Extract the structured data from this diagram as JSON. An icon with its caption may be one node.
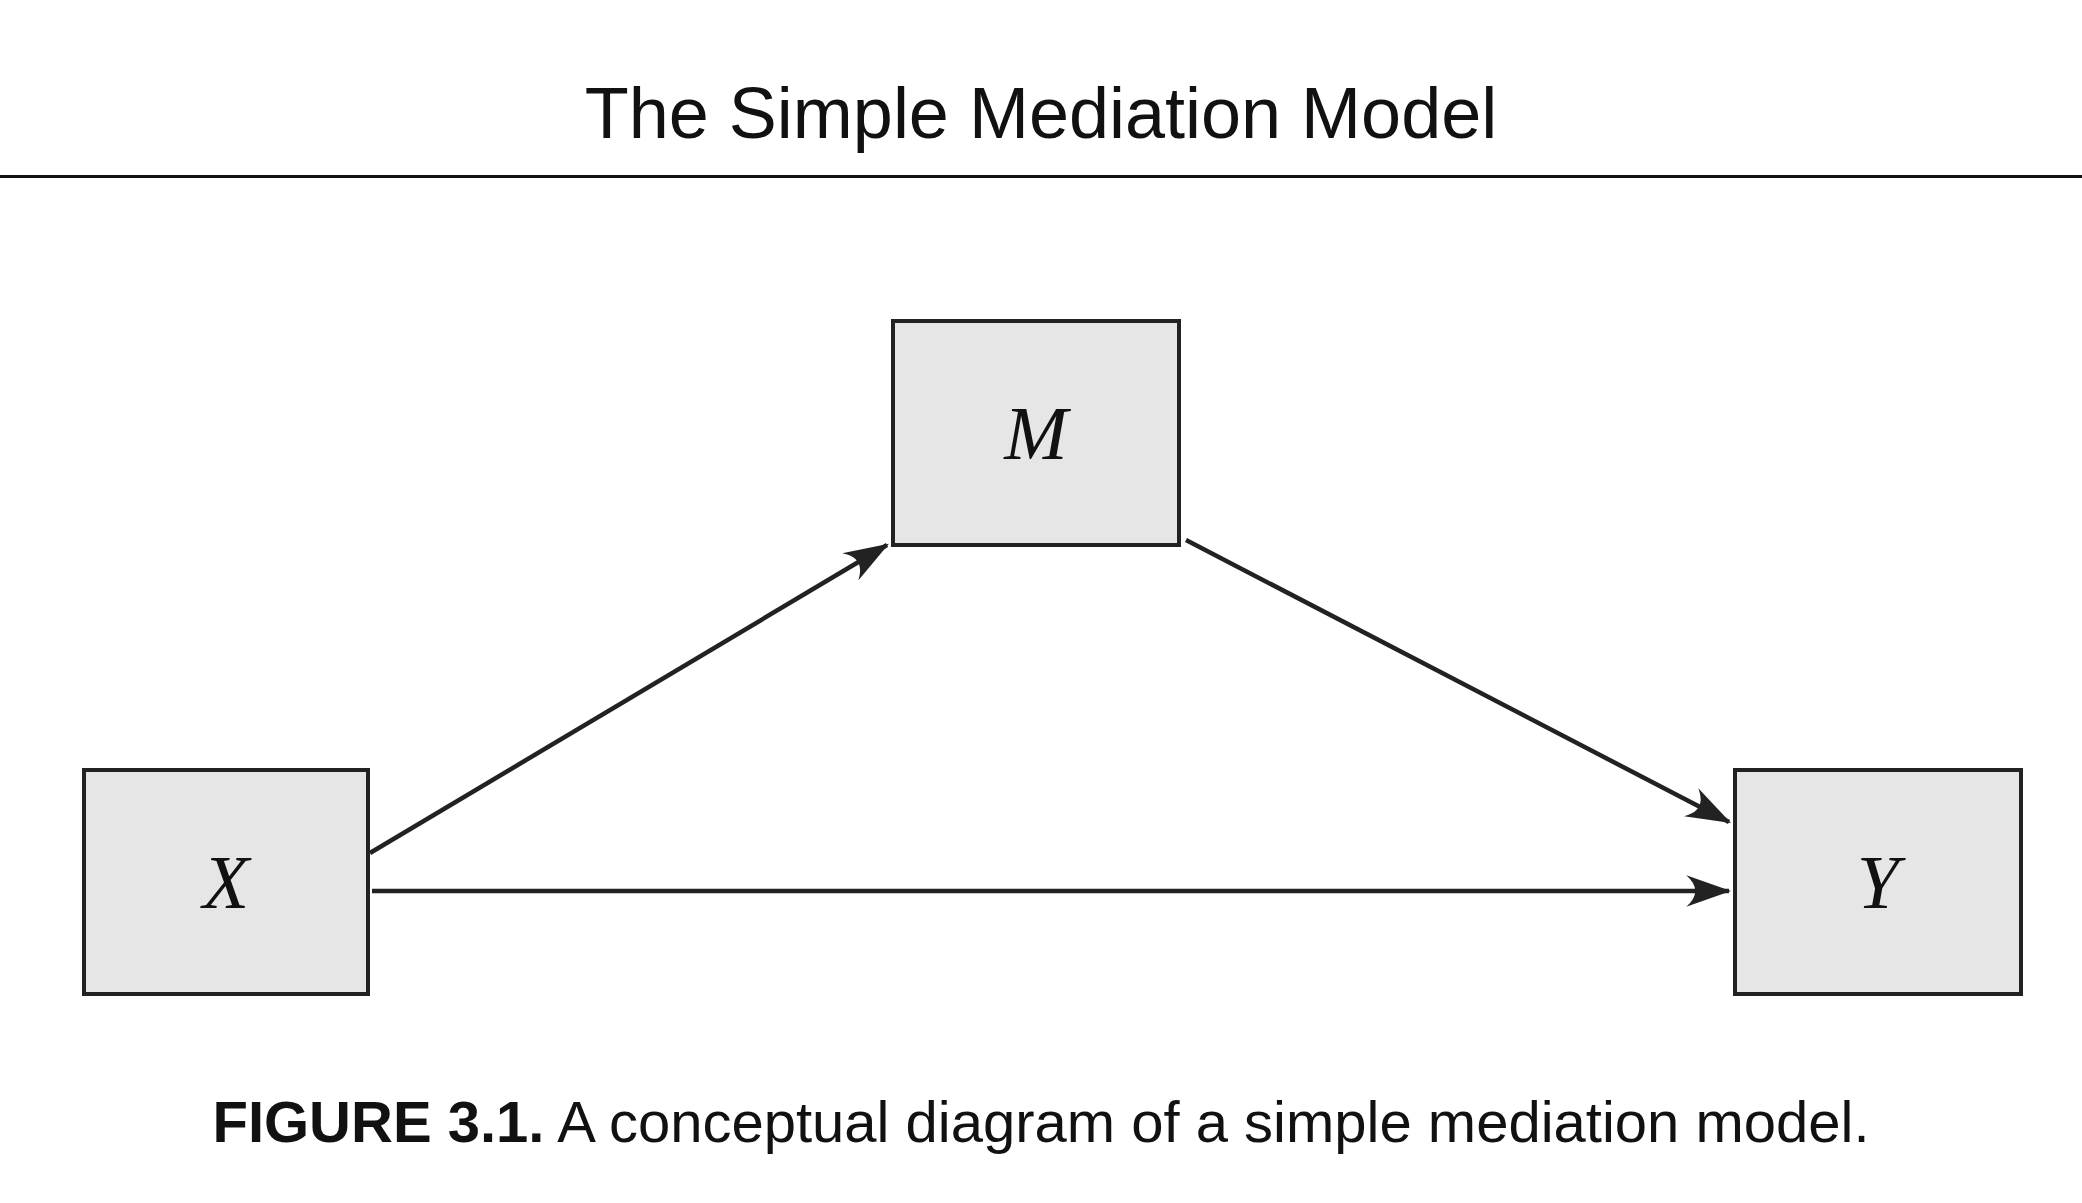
{
  "diagram": {
    "title": "The Simple Mediation Model",
    "caption": "**FIGURE 3.1.** A conceptual diagram of a simple mediation model.",
    "nodes": [
      {
        "text": [
          "M"
        ]
      },
      {
        "text": [
          "X"
        ]
      },
      {
        "text": [
          "Y"
        ]
      }
    ],
    "edges": [
      {
        "from": 1,
        "to": 0,
        "arrow": "to"
      },
      {
        "from": 0,
        "to": 2,
        "arrow": "to"
      },
      {
        "from": 1,
        "to": 2,
        "arrow": "to"
      }
    ]
  }
}
